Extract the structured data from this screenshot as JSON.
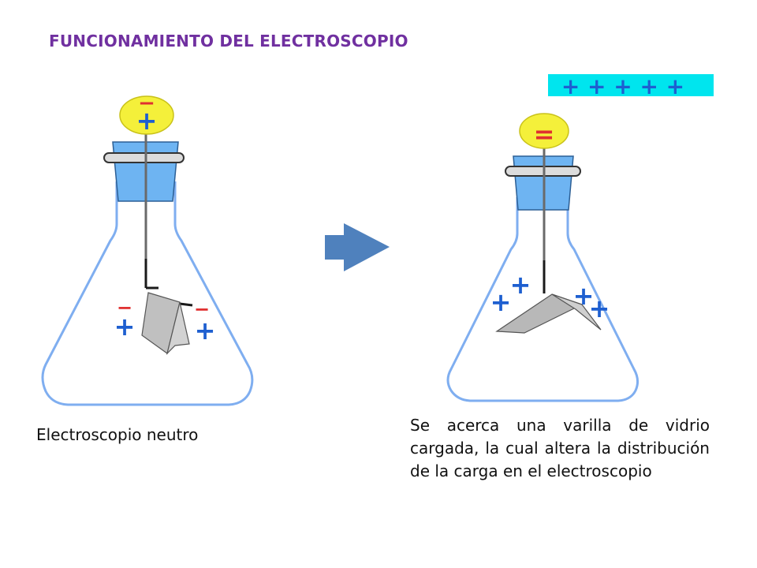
{
  "title": "FUNCIONAMIENTO DEL ELECTROSCOPIO",
  "caption_left": "Electroscopio neutro",
  "caption_right": "Se acerca una varilla de vidrio cargada, la cual altera la distribución de la carga en el electroscopio",
  "signs": {
    "plus": "+",
    "minus": "−",
    "minus_equal": "="
  },
  "charged_rod": {
    "label": "+ + + + +"
  },
  "colors": {
    "title": "#7030A0",
    "flask_outline": "#7FAEF0",
    "stopper": "#6EB4F2",
    "knob": "#F4F03A",
    "plus": "#1E5FD0",
    "minus": "#E03030",
    "arrow": "#4F81BD",
    "rod": "#00E5EE"
  }
}
